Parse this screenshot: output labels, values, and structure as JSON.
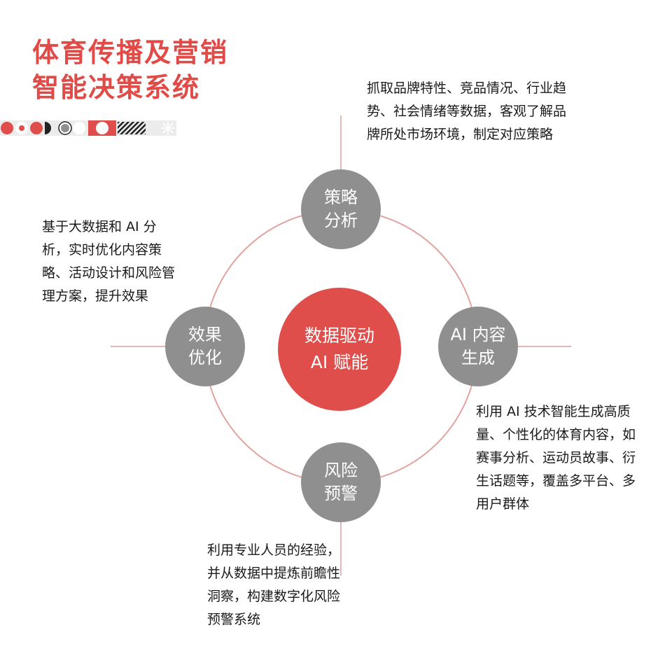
{
  "title": {
    "line1": "体育传播及营销",
    "line2": "智能决策系统"
  },
  "colors": {
    "accent_red": "#df4e4b",
    "node_gray": "#8f8f8f",
    "ring": "#e2a3a1",
    "connector": "#d9a19f",
    "text": "#1a1a1a"
  },
  "center_node": {
    "line1": "数据驱动",
    "line2": "AI 赋能"
  },
  "nodes": {
    "top": {
      "line1": "策略",
      "line2": "分析",
      "description": "抓取品牌特性、竞品情况、行业趋势、社会情绪等数据，客观了解品牌所处市场环境，制定对应策略"
    },
    "right": {
      "line1": "AI 内容",
      "line2": "生成",
      "description": "利用 AI 技术智能生成高质量、个性化的体育内容，如赛事分析、运动员故事、衍生话题等，覆盖多平台、多用户群体"
    },
    "bottom": {
      "line1": "风险",
      "line2": "预警",
      "description": "利用专业人员的经验，并从数据中提炼前瞻性洞察，构建数字化风险预警系统"
    },
    "left": {
      "line1": "效果",
      "line2": "优化",
      "description": "基于大数据和 AI 分析，实时优化内容策略、活动设计和风险管理方案，提升效果"
    }
  }
}
